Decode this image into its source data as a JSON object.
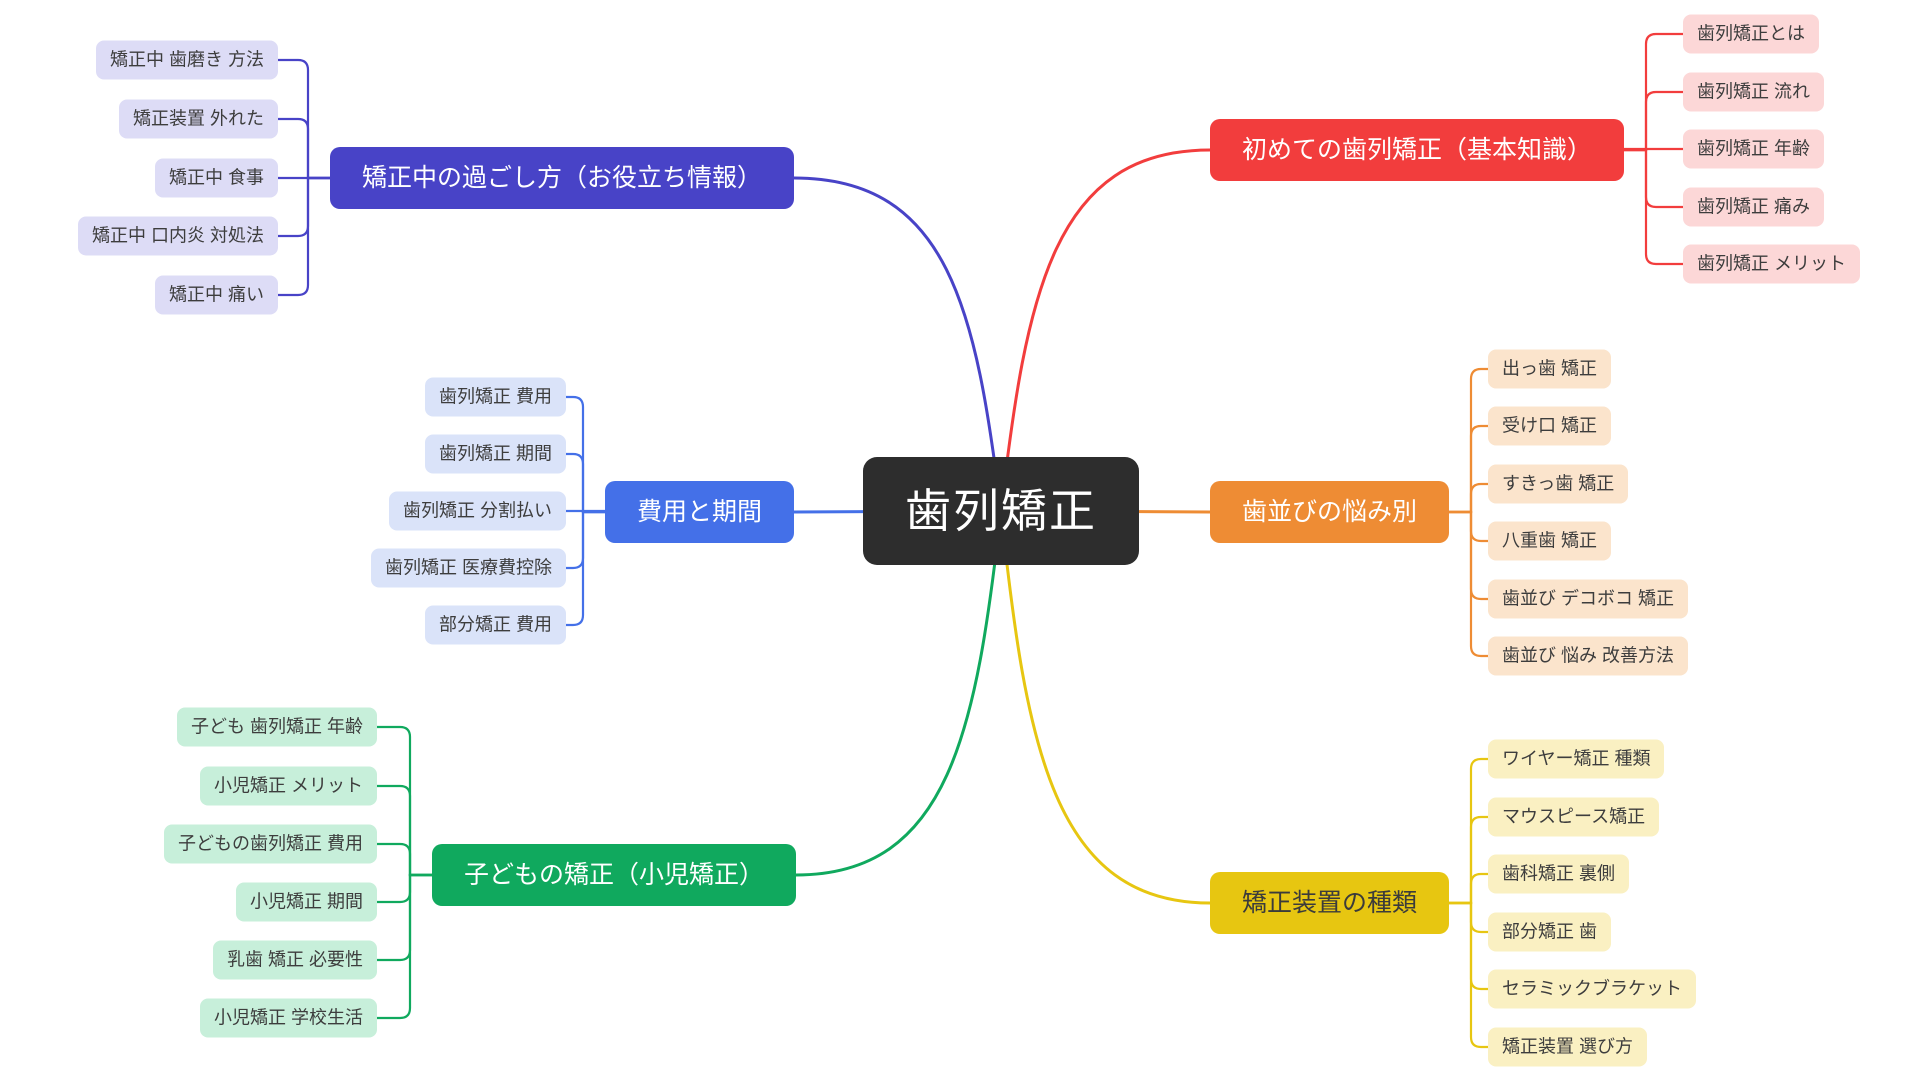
{
  "canvas": {
    "background": "#ffffff"
  },
  "center": {
    "label": "歯列矯正",
    "bg": "#2d2d2d",
    "text": "#ffffff"
  },
  "branches": [
    {
      "label": "矯正中の過ごし方（お役立ち情報）",
      "side": "left",
      "color": "#4843c7",
      "label_color": "#ffffff",
      "child_bg": "#dddcf6",
      "child_color": "#3d3d3d",
      "children": [
        "矯正中 歯磨き 方法",
        "矯正装置 外れた",
        "矯正中 食事",
        "矯正中 口内炎 対処法",
        "矯正中 痛い"
      ]
    },
    {
      "label": "費用と期間",
      "side": "left",
      "color": "#4470e8",
      "label_color": "#ffffff",
      "child_bg": "#dae3f9",
      "child_color": "#3d3d3d",
      "children": [
        "歯列矯正 費用",
        "歯列矯正 期間",
        "歯列矯正 分割払い",
        "歯列矯正 医療費控除",
        "部分矯正 費用"
      ]
    },
    {
      "label": "子どもの矯正（小児矯正）",
      "side": "left",
      "color": "#10a95e",
      "label_color": "#ffffff",
      "child_bg": "#c7efda",
      "child_color": "#3d3d3d",
      "children": [
        "子ども 歯列矯正 年齢",
        "小児矯正 メリット",
        "子どもの歯列矯正 費用",
        "小児矯正 期間",
        "乳歯 矯正 必要性",
        "小児矯正 学校生活"
      ]
    },
    {
      "label": "初めての歯列矯正（基本知識）",
      "side": "right",
      "color": "#f23d3d",
      "label_color": "#ffffff",
      "child_bg": "#fcd7d7",
      "child_color": "#3d3d3d",
      "children": [
        "歯列矯正とは",
        "歯列矯正 流れ",
        "歯列矯正 年齢",
        "歯列矯正 痛み",
        "歯列矯正 メリット"
      ]
    },
    {
      "label": "歯並びの悩み別",
      "side": "right",
      "color": "#ee8c34",
      "label_color": "#ffffff",
      "child_bg": "#fbe4cc",
      "child_color": "#3d3d3d",
      "children": [
        "出っ歯 矯正",
        "受け口 矯正",
        "すきっ歯 矯正",
        "八重歯 矯正",
        "歯並び デコボコ 矯正",
        "歯並び 悩み 改善方法"
      ]
    },
    {
      "label": "矯正装置の種類",
      "side": "right",
      "color": "#e7c611",
      "label_color": "#3b3b3b",
      "child_bg": "#faf0c2",
      "child_color": "#3d3d3d",
      "children": [
        "ワイヤー矯正 種類",
        "マウスピース矯正",
        "歯科矯正 裏側",
        "部分矯正 歯",
        "セラミックブラケット",
        "矯正装置 選び方"
      ]
    }
  ]
}
